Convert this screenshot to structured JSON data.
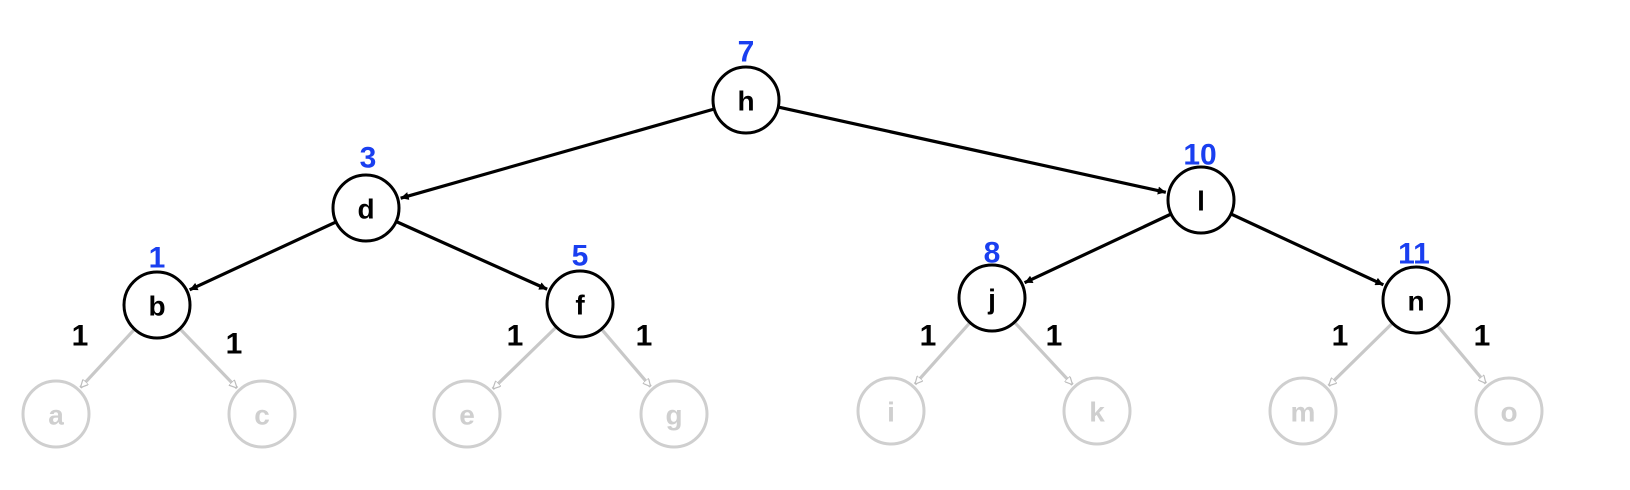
{
  "colors": {
    "active": "#000000",
    "faded": "#cfcfcf",
    "number": "#1a3ff0",
    "edge_label": "#000000"
  },
  "nodes": [
    {
      "id": "h",
      "label": "h",
      "number": "7",
      "state": "active"
    },
    {
      "id": "d",
      "label": "d",
      "number": "3",
      "state": "active"
    },
    {
      "id": "l",
      "label": "l",
      "number": "10",
      "state": "active"
    },
    {
      "id": "b",
      "label": "b",
      "number": "1",
      "state": "active"
    },
    {
      "id": "f",
      "label": "f",
      "number": "5",
      "state": "active"
    },
    {
      "id": "j",
      "label": "j",
      "number": "8",
      "state": "active"
    },
    {
      "id": "n",
      "label": "n",
      "number": "11",
      "state": "active"
    },
    {
      "id": "a",
      "label": "a",
      "number": "",
      "state": "faded"
    },
    {
      "id": "c",
      "label": "c",
      "number": "",
      "state": "faded"
    },
    {
      "id": "e",
      "label": "e",
      "number": "",
      "state": "faded"
    },
    {
      "id": "g",
      "label": "g",
      "number": "",
      "state": "faded"
    },
    {
      "id": "i",
      "label": "i",
      "number": "",
      "state": "faded"
    },
    {
      "id": "k",
      "label": "k",
      "number": "",
      "state": "faded"
    },
    {
      "id": "m",
      "label": "m",
      "number": "",
      "state": "faded"
    },
    {
      "id": "o",
      "label": "o",
      "number": "",
      "state": "faded"
    }
  ],
  "edges": [
    {
      "from": "h",
      "to": "d",
      "label": "",
      "state": "active"
    },
    {
      "from": "h",
      "to": "l",
      "label": "",
      "state": "active"
    },
    {
      "from": "d",
      "to": "b",
      "label": "",
      "state": "active"
    },
    {
      "from": "d",
      "to": "f",
      "label": "",
      "state": "active"
    },
    {
      "from": "l",
      "to": "j",
      "label": "",
      "state": "active"
    },
    {
      "from": "l",
      "to": "n",
      "label": "",
      "state": "active"
    },
    {
      "from": "b",
      "to": "a",
      "label": "1",
      "state": "faded"
    },
    {
      "from": "b",
      "to": "c",
      "label": "1",
      "state": "faded"
    },
    {
      "from": "f",
      "to": "e",
      "label": "1",
      "state": "faded"
    },
    {
      "from": "f",
      "to": "g",
      "label": "1",
      "state": "faded"
    },
    {
      "from": "j",
      "to": "i",
      "label": "1",
      "state": "faded"
    },
    {
      "from": "j",
      "to": "k",
      "label": "1",
      "state": "faded"
    },
    {
      "from": "n",
      "to": "m",
      "label": "1",
      "state": "faded"
    },
    {
      "from": "n",
      "to": "o",
      "label": "1",
      "state": "faded"
    }
  ]
}
